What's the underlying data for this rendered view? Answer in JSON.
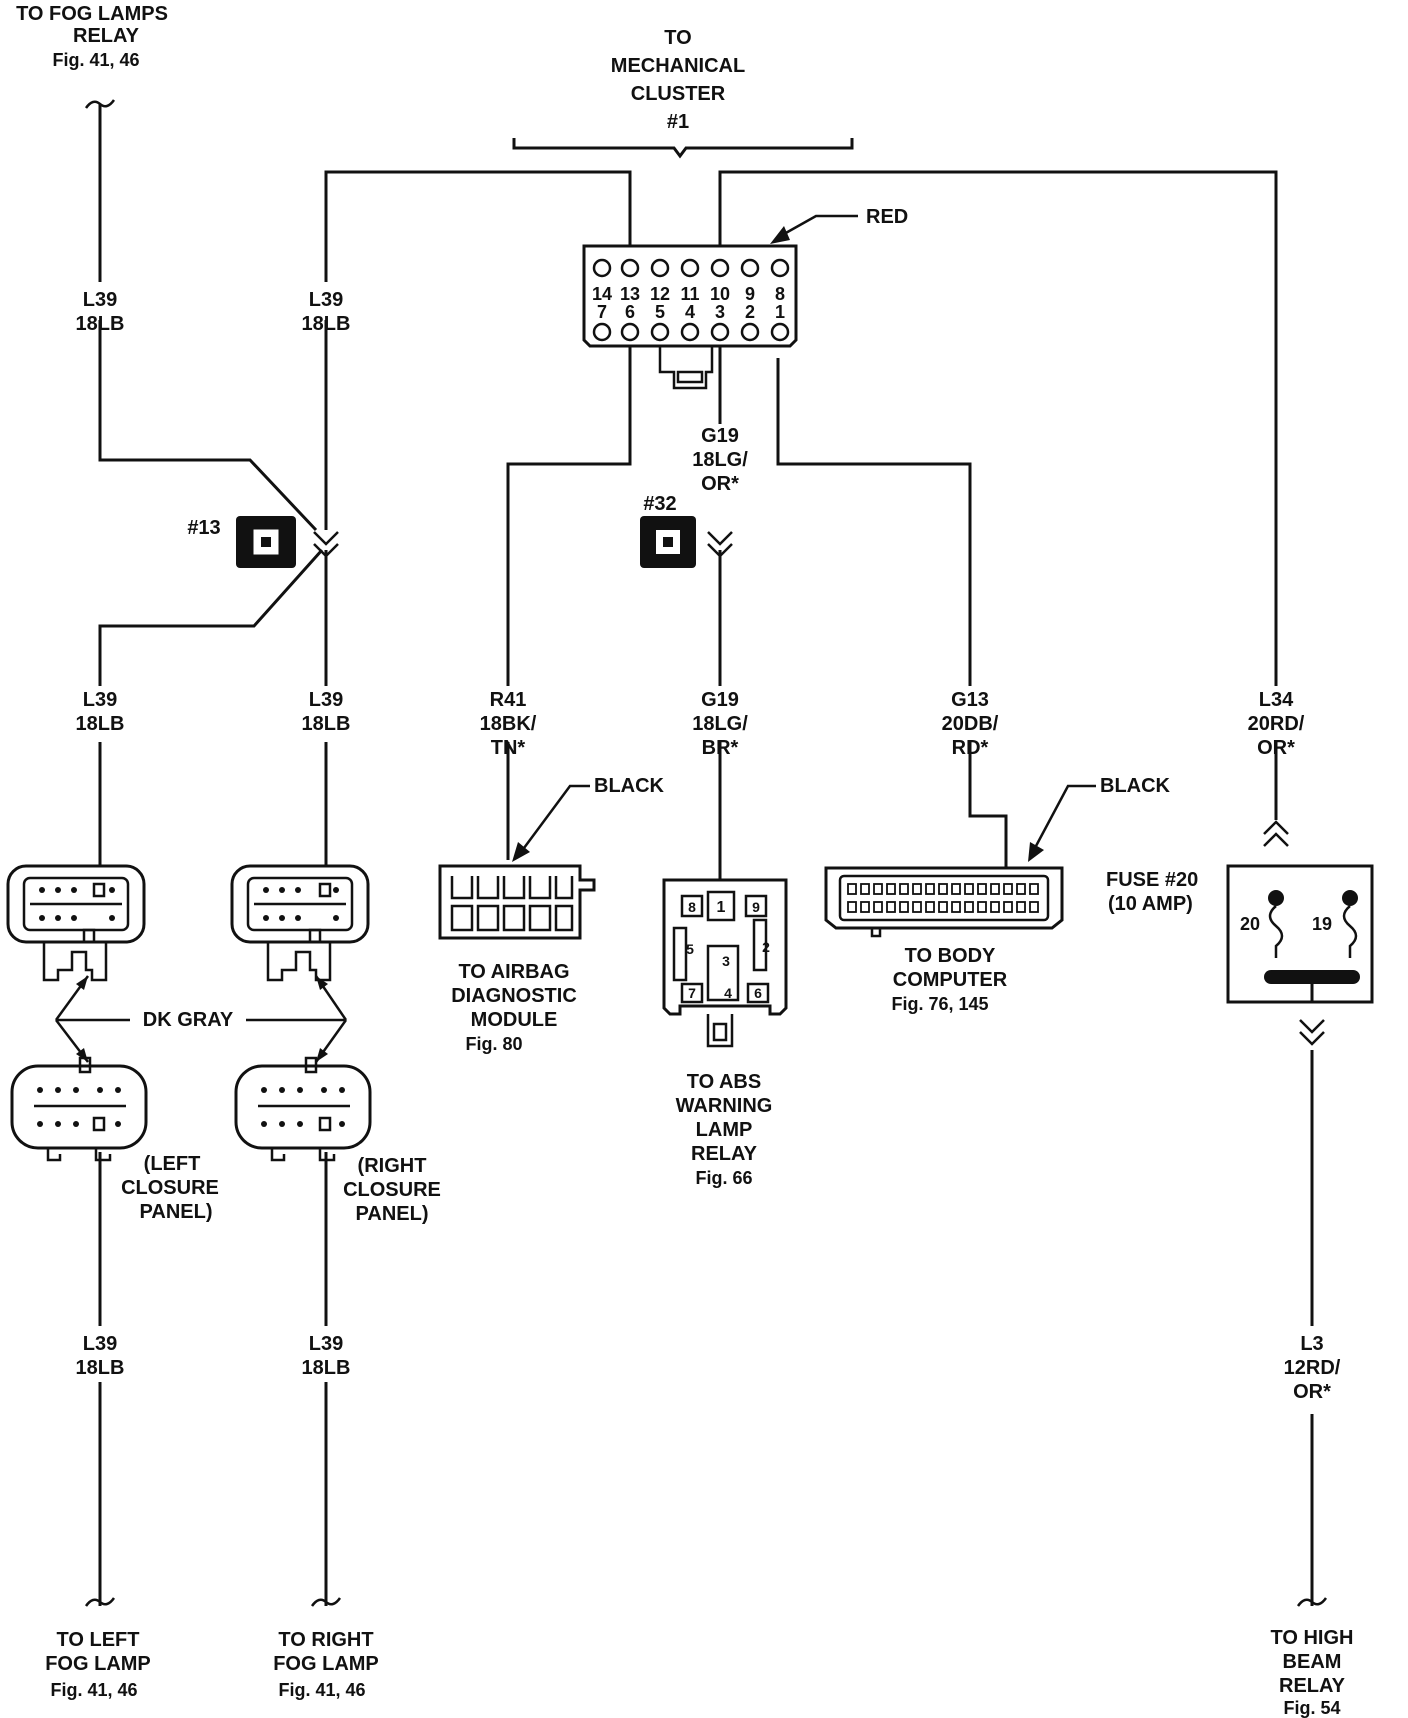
{
  "top_fog_relay": {
    "line1": "TO FOG LAMPS",
    "line2": "RELAY",
    "fig": "Fig. 41, 46"
  },
  "cluster": {
    "line1": "TO",
    "line2": "MECHANICAL",
    "line3": "CLUSTER",
    "line4": "#1"
  },
  "main_connector": {
    "color_label": "RED",
    "pins_top": [
      "14",
      "13",
      "12",
      "11",
      "10",
      "9",
      "8"
    ],
    "pins_bottom": [
      "7",
      "6",
      "5",
      "4",
      "3",
      "2",
      "1"
    ]
  },
  "splice_13": "#13",
  "splice_32": "#32",
  "wires": {
    "fog_relay": {
      "circuit": "L39",
      "gauge": "18LB"
    },
    "right_upper": {
      "circuit": "L39",
      "gauge": "18LB"
    },
    "left_mid": {
      "circuit": "L39",
      "gauge": "18LB"
    },
    "right_mid": {
      "circuit": "L39",
      "gauge": "18LB"
    },
    "g19_upper": {
      "circuit": "G19",
      "gauge": "18LG/",
      "color2": "OR*"
    },
    "r41": {
      "circuit": "R41",
      "gauge": "18BK/",
      "color2": "TN*"
    },
    "g19_lower": {
      "circuit": "G19",
      "gauge": "18LG/",
      "color2": "BR*"
    },
    "g13": {
      "circuit": "G13",
      "gauge": "20DB/",
      "color2": "RD*"
    },
    "l34": {
      "circuit": "L34",
      "gauge": "20RD/",
      "color2": "OR*"
    },
    "left_lower": {
      "circuit": "L39",
      "gauge": "18LB"
    },
    "right_lower": {
      "circuit": "L39",
      "gauge": "18LB"
    },
    "l3": {
      "circuit": "L3",
      "gauge": "12RD/",
      "color2": "OR*"
    }
  },
  "airbag": {
    "color_label": "BLACK",
    "line1": "TO AIRBAG",
    "line2": "DIAGNOSTIC",
    "line3": "MODULE",
    "fig": "Fig. 80"
  },
  "abs": {
    "line1": "TO ABS",
    "line2": "WARNING",
    "line3": "LAMP",
    "line4": "RELAY",
    "fig": "Fig. 66",
    "pins": [
      "8",
      "1",
      "9",
      "5",
      "2",
      "3",
      "4",
      "7",
      "6"
    ]
  },
  "body_computer": {
    "color_label": "BLACK",
    "line1": "TO BODY",
    "line2": "COMPUTER",
    "fig": "Fig. 76, 145"
  },
  "fuse": {
    "line1": "FUSE #20",
    "line2": "(10 AMP)",
    "pin_a": "20",
    "pin_b": "19"
  },
  "dk_gray": "DK GRAY",
  "left_closure": {
    "line1": "(LEFT",
    "line2": "CLOSURE",
    "line3": "PANEL)"
  },
  "right_closure": {
    "line1": "(RIGHT",
    "line2": "CLOSURE",
    "line3": "PANEL)"
  },
  "left_fog": {
    "line1": "TO LEFT",
    "line2": "FOG LAMP",
    "fig": "Fig. 41, 46"
  },
  "right_fog": {
    "line1": "TO RIGHT",
    "line2": "FOG LAMP",
    "fig": "Fig. 41, 46"
  },
  "high_beam": {
    "line1": "TO HIGH",
    "line2": "BEAM",
    "line3": "RELAY",
    "fig": "Fig. 54"
  }
}
